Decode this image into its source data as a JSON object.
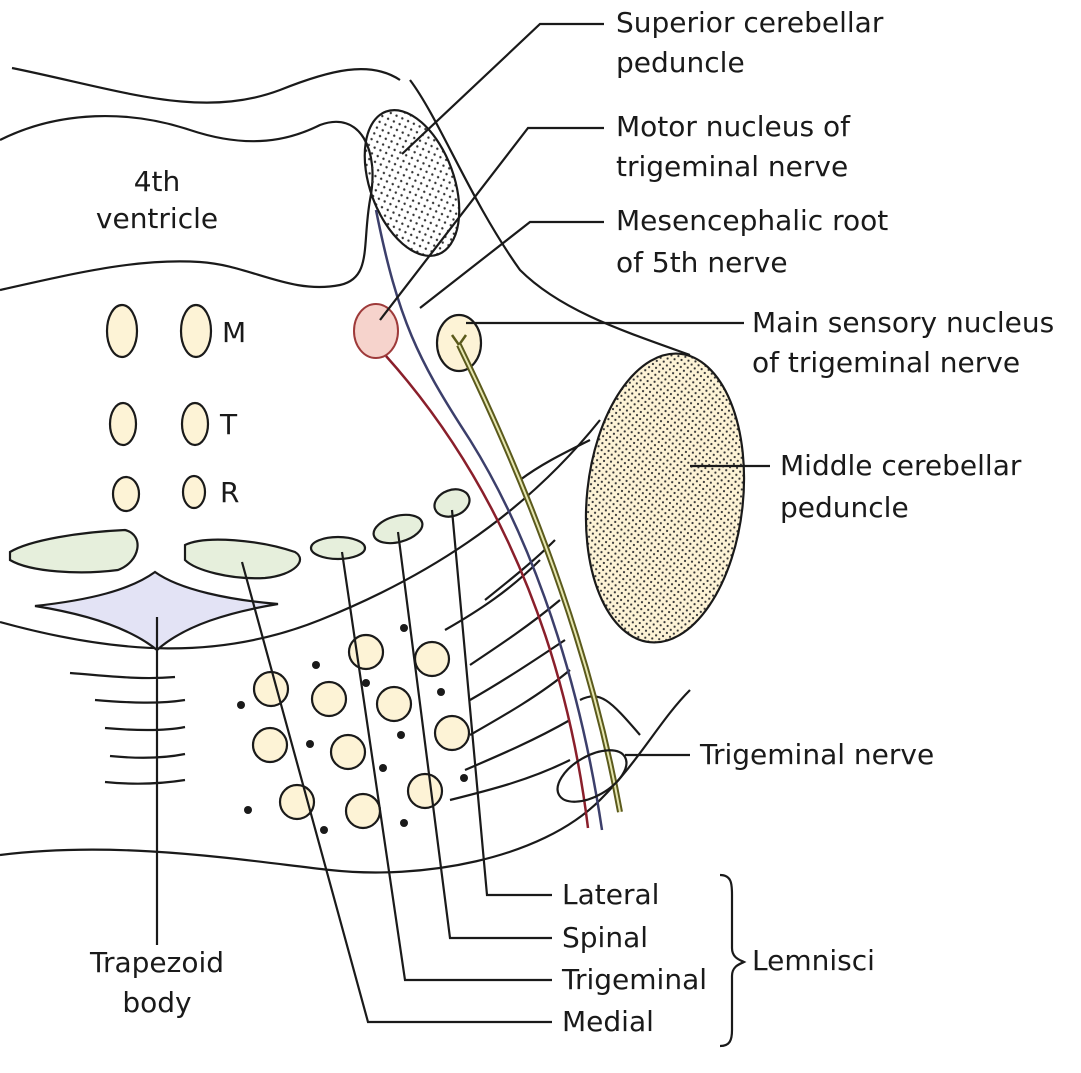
{
  "labels": {
    "ventricle_1": "4th",
    "ventricle_2": "ventricle",
    "nuc_m": "M",
    "nuc_t": "T",
    "nuc_r": "R",
    "superior_1": "Superior cerebellar",
    "superior_2": "peduncle",
    "motor_1": "Motor nucleus of",
    "motor_2": "trigeminal nerve",
    "mesen_1": "Mesencephalic root",
    "mesen_2": "of 5th nerve",
    "mainsens_1": "Main sensory nucleus",
    "mainsens_2": "of trigeminal nerve",
    "middle_1": "Middle cerebellar",
    "middle_2": "peduncle",
    "trignerve": "Trigeminal nerve",
    "trapezoid_1": "Trapezoid",
    "trapezoid_2": "body",
    "lem_lateral": "Lateral",
    "lem_spinal": "Spinal",
    "lem_trigeminal": "Trigeminal",
    "lem_medial": "Medial",
    "lemnisci": "Lemnisci"
  },
  "colors": {
    "nucleus_fill": "#fdf3d6",
    "lemniscus_fill": "#e6efdc",
    "trapezoid_fill": "#e3e3f5",
    "motor_fill": "#f6d3cc",
    "motor_stroke": "#9e3a3a",
    "red_fiber": "#8a1f2b",
    "blue_fiber": "#3c3f6b",
    "olive_fiber": "#5b5a1c"
  }
}
